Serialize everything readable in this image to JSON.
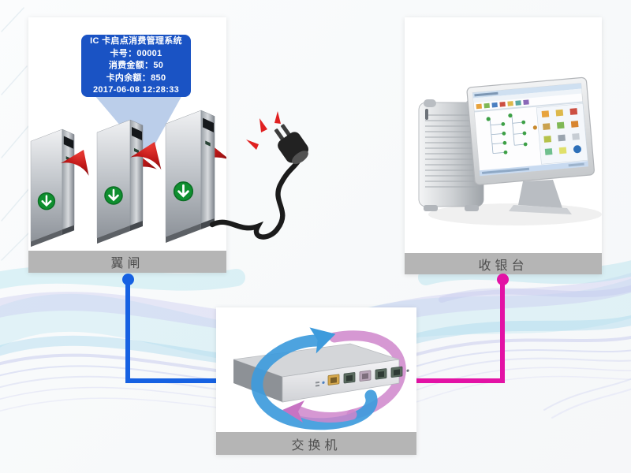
{
  "bubble": {
    "title": "IC 卡启点消费管理系统",
    "card_no": "卡号：00001",
    "amount": "消费金额：50",
    "balance": "卡内余额：850",
    "timestamp": "2017-06-08 12:28:33"
  },
  "nodes": {
    "gate": {
      "label": "翼闸",
      "icon": "turnstile-gates-illustration"
    },
    "cashier": {
      "label": "收银台",
      "icon": "desktop-computer-illustration"
    },
    "switch": {
      "label": "交换机",
      "icon": "network-switch-illustration"
    }
  },
  "decorations": {
    "plug": "power-plug-icon",
    "background": "wave-lines-background"
  },
  "colors": {
    "bubble-bg": "#1a53c4",
    "beam": "#b7cbe9",
    "line-blue": "#1661e2",
    "line-magenta": "#e312a5",
    "label-bar-bg": "#b5b5b5",
    "label-text": "#4d4d4d",
    "wing-red": "#c01818",
    "badge-green": "#0f8f2f"
  }
}
